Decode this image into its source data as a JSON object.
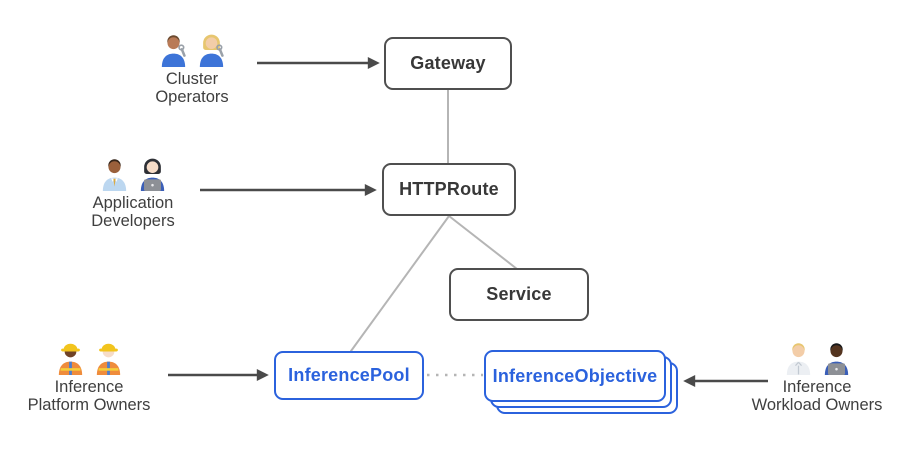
{
  "colors": {
    "blue": "#2b62dd",
    "dark_border": "#4f4f4f",
    "dark_text": "#383838",
    "connector": "#b5b5b5",
    "arrow": "#4a4a4a",
    "label_text": "#3f3f3f"
  },
  "nodes": {
    "gateway": {
      "label": "Gateway"
    },
    "httproute": {
      "label": "HTTPRoute"
    },
    "service": {
      "label": "Service"
    },
    "inference_pool": {
      "label": "InferencePool"
    },
    "inference_objective": {
      "label": "InferenceObjective"
    }
  },
  "personas": {
    "cluster_operators": {
      "line1": "Cluster",
      "line2": "Operators"
    },
    "application_developers": {
      "line1": "Application",
      "line2": "Developers"
    },
    "inference_platform_owners": {
      "line1": "Inference",
      "line2": "Platform Owners"
    },
    "inference_workload_owners": {
      "line1": "Inference",
      "line2": "Workload Owners"
    }
  },
  "avatars": {
    "man-mechanic-icon": {
      "emoji": "👨🏽‍🔧",
      "skin": "#b97a56",
      "hair": "#6b4a2f",
      "hair_style": "short",
      "body": "#3d74d8",
      "accessory": "wrench"
    },
    "woman-mechanic-icon": {
      "emoji": "👩🏼‍🔧",
      "skin": "#f3cda8",
      "hair": "#e7c66f",
      "hair_style": "long",
      "body": "#3d74d8",
      "accessory": "wrench"
    },
    "man-office-worker-icon": {
      "emoji": "👨🏾‍💼",
      "skin": "#9a603b",
      "hair": "#36261a",
      "hair_style": "short",
      "body": "#bcd7f0",
      "accessory": "tie",
      "tie": "#dcaa42"
    },
    "woman-technologist-icon": {
      "emoji": "👩🏻‍💻",
      "skin": "#f6dcc8",
      "hair": "#2e3036",
      "hair_style": "long",
      "body": "#3b5fb8",
      "accessory": "laptop"
    },
    "woman-construction-worker-icon": {
      "emoji": "👷🏿‍♀️",
      "skin": "#6f4328",
      "hair": "#2a1d15",
      "hat": "#f2c41d",
      "body": "#ef8c3c",
      "accessory": "vest",
      "shirt": "#4a7fd0"
    },
    "man-construction-worker-icon": {
      "emoji": "👷🏻",
      "skin": "#f6dcc8",
      "hair": "#c8a060",
      "hat": "#f2c41d",
      "body": "#ef8c3c",
      "accessory": "vest",
      "shirt": "#4a7fd0"
    },
    "health-worker-icon": {
      "emoji": "🧑🏼‍⚕️",
      "skin": "#f3cda8",
      "hair": "#e7c66f",
      "hair_style": "short",
      "body": "#eceff3",
      "accessory": "coat"
    },
    "man-technologist-icon": {
      "emoji": "🧑🏿‍💻",
      "skin": "#54341f",
      "hair": "#17181a",
      "hair_style": "short",
      "body": "#3b5fb8",
      "accessory": "laptop"
    }
  }
}
